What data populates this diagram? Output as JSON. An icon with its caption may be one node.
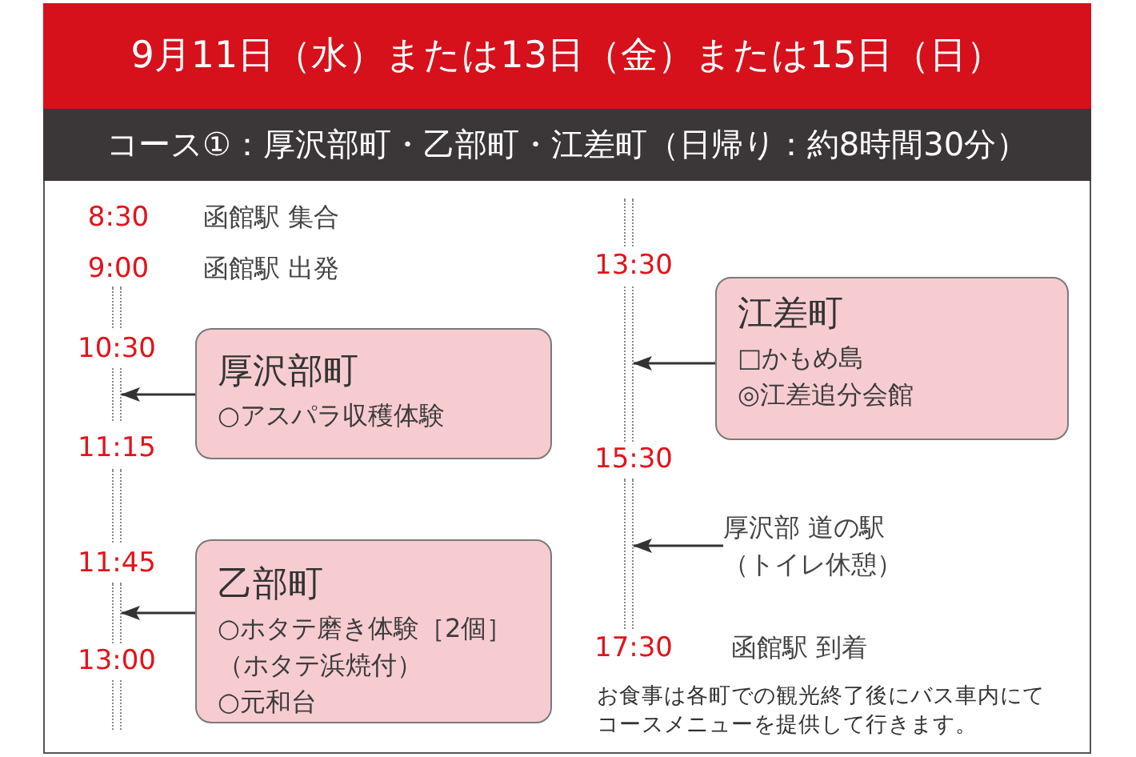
{
  "diagram": {
    "nodes": [
      {
        "text": [
          "9月11日（水）または13日（金）または15日（日）"
        ]
      },
      {
        "text": [
          "コース①：厚沢部町・乙部町・江差町（日帰り：約8時間30分）"
        ]
      },
      {
        "text": [],
        "shape": "line"
      },
      {
        "text": [],
        "shape": "line"
      },
      {
        "text": [
          "厚沢部町",
          "○アスパラ収穫体験"
        ]
      },
      {
        "text": [],
        "shape": "line"
      },
      {
        "text": [],
        "shape": "line"
      },
      {
        "text": [
          "乙部町",
          "○ホタテ磨き体験［2個］（ホタテ浜焼付）",
          "○元和台"
        ]
      },
      {
        "text": [],
        "shape": "line"
      },
      {
        "text": [],
        "shape": "line"
      },
      {
        "text": [],
        "shape": "line"
      },
      {
        "text": [
          "江差町",
          "□かもめ島",
          "◎江差追分会館"
        ]
      },
      {
        "text": [],
        "shape": "line"
      },
      {
        "text": [
          "厚沢部 道の駅（トイレ休憩）"
        ]
      }
    ],
    "edges": [
      {
        "from": 4,
        "to": 3,
        "arrow": "to"
      },
      {
        "from": 7,
        "to": 6,
        "arrow": "to"
      },
      {
        "from": 11,
        "to": 10,
        "arrow": "to"
      },
      {
        "from": 13,
        "to": 12,
        "arrow": "to"
      }
    ],
    "labels": [
      "8:30",
      "函館駅 集合",
      "9:00",
      "函館駅 出発",
      "10:30",
      "11:15",
      "11:45",
      "13:00",
      "13:30",
      "15:30",
      "17:30",
      "函館駅 到着",
      "お食事は各町での観光終了後にバス車内にてコースメニューを提供して行きます。"
    ]
  }
}
